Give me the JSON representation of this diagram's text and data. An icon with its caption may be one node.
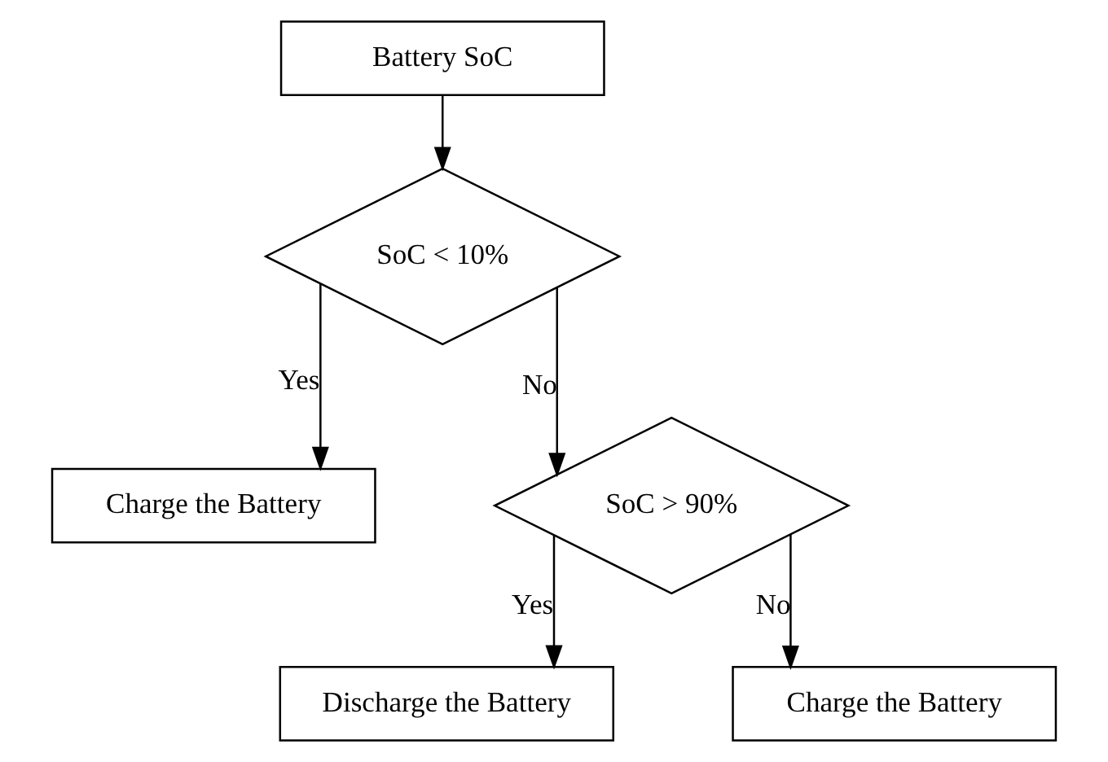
{
  "diagram": {
    "nodes": [
      {
        "text": [
          "Battery SoC"
        ]
      },
      {
        "text": [
          "SoC < 10%"
        ]
      },
      {
        "text": [
          "Charge the Battery"
        ]
      },
      {
        "text": [
          "SoC > 90%"
        ]
      },
      {
        "text": [
          "Discharge the Battery"
        ]
      },
      {
        "text": [
          "Charge the Battery"
        ]
      }
    ],
    "edges": [
      {
        "from": 0,
        "to": 1,
        "arrow": "to"
      },
      {
        "from": 1,
        "to": 2,
        "arrow": "to",
        "label": "Yes"
      },
      {
        "from": 1,
        "to": 3,
        "arrow": "to",
        "label": "No"
      },
      {
        "from": 3,
        "to": 4,
        "arrow": "to",
        "label": "Yes"
      },
      {
        "from": 3,
        "to": 5,
        "arrow": "to",
        "label": "No"
      }
    ]
  }
}
